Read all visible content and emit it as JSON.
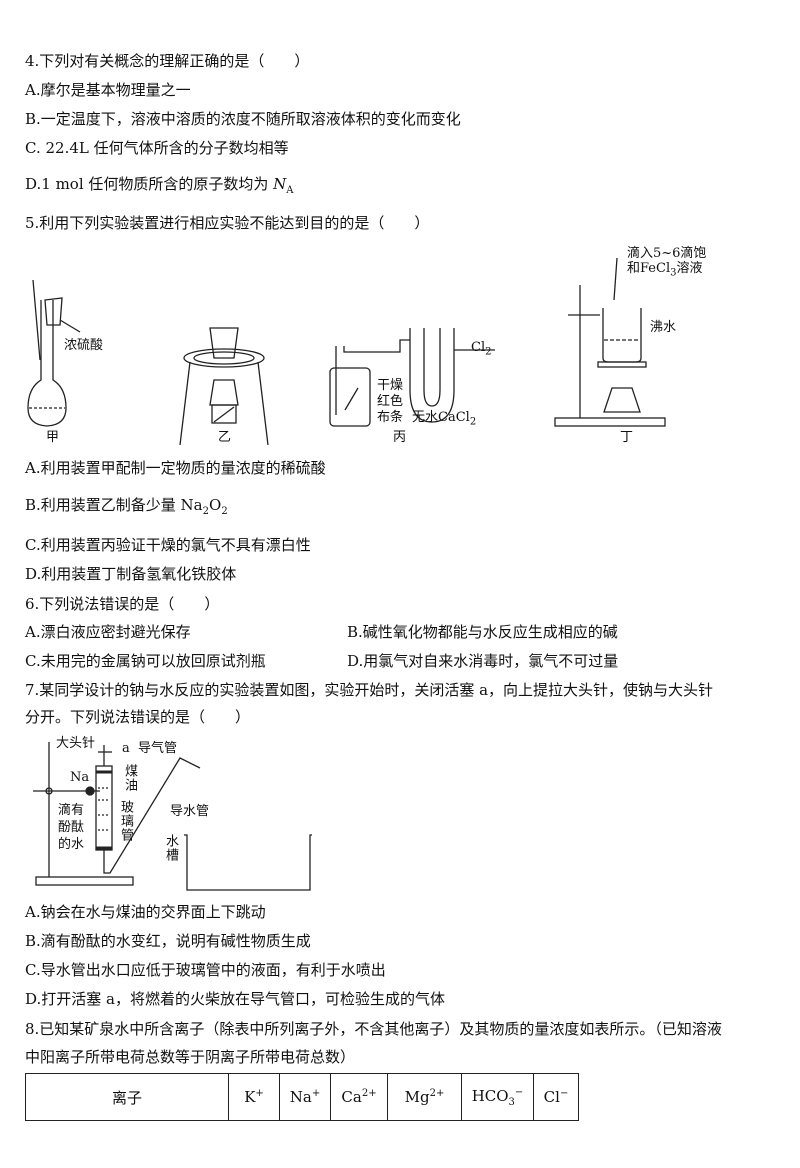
{
  "q4": {
    "stem": "4.下列对有关概念的理解正确的是（　　）",
    "options": [
      "A.摩尔是基本物理量之一",
      "B.一定温度下，溶液中溶质的浓度不随所取溶液体积的变化而变化",
      "C. 22.4L 任何气体所含的分子数均相等",
      "D.1 mol 任何物质所含的原子数均为 "
    ],
    "na_symbol": "N",
    "na_sub": "A"
  },
  "q5": {
    "stem": "5.利用下列实验装置进行相应实验不能达到目的的是（　　）",
    "figure": {
      "captions": [
        "甲",
        "乙",
        "丙",
        "丁"
      ],
      "jia_label": "浓硫酸",
      "bing_labels": {
        "gas": "Cl",
        "gas_sub": "2",
        "cloth": "干燥红色布条",
        "desiccant": "无水CaCl",
        "desiccant_sub": "2"
      },
      "ding_labels": {
        "drop_line1": "滴入5~6滴饱",
        "drop_line2_a": "和FeCl",
        "drop_line2_sub": "3",
        "drop_line2_b": "溶液",
        "water": "沸水"
      }
    },
    "options": {
      "a": "A.利用装置甲配制一定物质的量浓度的稀硫酸",
      "b_prefix": "B.利用装置乙制备少量 Na",
      "b_sub1": "2",
      "b_mid": "O",
      "b_sub2": "2",
      "c": "C.利用装置丙验证干燥的氯气不具有漂白性",
      "d": "D.利用装置丁制备氢氧化铁胶体"
    }
  },
  "q6": {
    "stem": "6.下列说法错误的是（　　）",
    "options": [
      "A.漂白液应密封避光保存",
      "B.碱性氧化物都能与水反应生成相应的碱",
      "C.未用完的金属钠可以放回原试剂瓶",
      "D.用氯气对自来水消毒时，氯气不可过量"
    ]
  },
  "q7": {
    "stem_line1": "7.某同学设计的钠与水反应的实验装置如图，实验开始时，关闭活塞 a，向上提拉大头针，使钠与大头针",
    "stem_line2": "分开。下列说法错误的是（　　）",
    "figure": {
      "pin": "大头针",
      "valve": "a",
      "gas_tube": "导气管",
      "na": "Na",
      "kerosene": "煤油",
      "glass_tube": "玻璃管",
      "water_pheno": "滴有酚酞的水",
      "water_tube": "导水管",
      "trough": "水槽"
    },
    "options": [
      "A.钠会在水与煤油的交界面上下跳动",
      "B.滴有酚酞的水变红，说明有碱性物质生成",
      "C.导水管出水口应低于玻璃管中的液面，有利于水喷出",
      "D.打开活塞 a，将燃着的火柴放在导气管口，可检验生成的气体"
    ]
  },
  "q8": {
    "stem_line1": "8.已知某矿泉水中所含离子（除表中所列离子外，不含其他离子）及其物质的量浓度如表所示。（已知溶液",
    "stem_line2": "中阳离子所带电荷总数等于阴离子所带电荷总数）",
    "table": {
      "header": "离子",
      "ions": [
        {
          "base": "K",
          "sup": "+",
          "sub": ""
        },
        {
          "base": "Na",
          "sup": "+",
          "sub": ""
        },
        {
          "base": "Ca",
          "sup": "2+",
          "sub": ""
        },
        {
          "base": "Mg",
          "sup": "2+",
          "sub": ""
        },
        {
          "base": "HCO",
          "sup": "−",
          "sub": "3"
        },
        {
          "base": "Cl",
          "sup": "−",
          "sub": ""
        }
      ]
    }
  }
}
